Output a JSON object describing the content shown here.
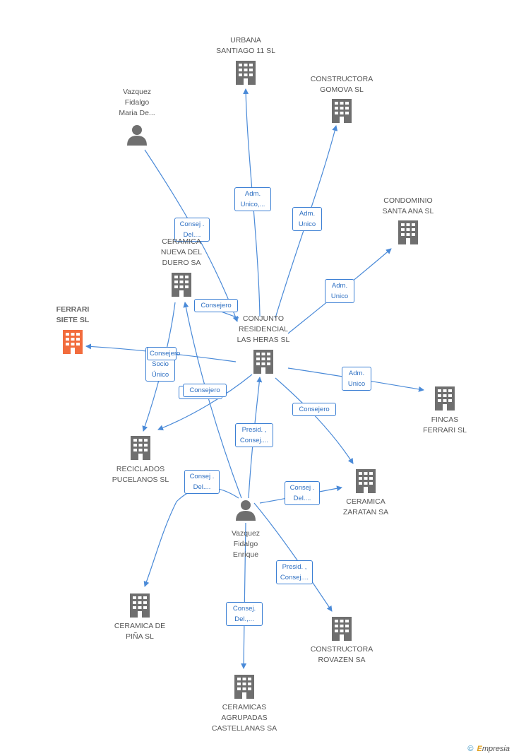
{
  "nodes": {
    "urbana": {
      "label": "URBANA\nSANTIAGO 11 SL",
      "kind": "company",
      "icon": "building-icon"
    },
    "gomova": {
      "label": "CONSTRUCTORA\nGOMOVA SL",
      "kind": "company",
      "icon": "building-icon"
    },
    "condominio": {
      "label": "CONDOMINIO\nSANTA ANA  SL",
      "kind": "company",
      "icon": "building-icon"
    },
    "vazquez_maria": {
      "label": "Vazquez\nFidalgo\nMaria De...",
      "kind": "person",
      "icon": "person-icon"
    },
    "ceramica_nueva": {
      "label": "CERAMICA\nNUEVA DEL\nDUERO SA",
      "kind": "company",
      "icon": "building-icon"
    },
    "ferrari_siete": {
      "label": "FERRARI\nSIETE SL",
      "kind": "focus",
      "icon": "building-icon"
    },
    "conjunto": {
      "label": "CONJUNTO\nRESIDENCIAL\nLAS HERAS SL",
      "kind": "company",
      "icon": "building-icon"
    },
    "fincas": {
      "label": "FINCAS\nFERRARI SL",
      "kind": "company",
      "icon": "building-icon"
    },
    "reciclados": {
      "label": "RECICLADOS\nPUCELANOS SL",
      "kind": "company",
      "icon": "building-icon"
    },
    "zaratan": {
      "label": "CERAMICA\nZARATAN SA",
      "kind": "company",
      "icon": "building-icon"
    },
    "vazquez_enrique": {
      "label": "Vazquez\nFidalgo\nEnrique",
      "kind": "person",
      "icon": "person-icon"
    },
    "pina": {
      "label": "CERAMICA DE\nPIÑA SL",
      "kind": "company",
      "icon": "building-icon"
    },
    "rovazen": {
      "label": "CONSTRUCTORA\nROVAZEN SA",
      "kind": "company",
      "icon": "building-icon"
    },
    "agrupadas": {
      "label": "CERAMICAS\nAGRUPADAS\nCASTELLANAS SA",
      "kind": "company",
      "icon": "building-icon"
    }
  },
  "edges": [
    {
      "from": "conjunto",
      "to": "urbana",
      "label": "Adm.\nUnico,..."
    },
    {
      "from": "conjunto",
      "to": "gomova",
      "label": "Adm.\nUnico"
    },
    {
      "from": "conjunto",
      "to": "condominio",
      "label": "Adm.\nUnico"
    },
    {
      "from": "conjunto",
      "to": "fincas",
      "label": "Adm.\nUnico"
    },
    {
      "from": "conjunto",
      "to": "ferrari_siete",
      "label": "Adm.\nSocio\nÚnico"
    },
    {
      "from": "conjunto",
      "to": "ceramica_nueva",
      "label": "Consejero"
    },
    {
      "from": "conjunto",
      "to": "reciclados",
      "label": "Consejero"
    },
    {
      "from": "conjunto",
      "to": "zaratan",
      "label": "Consejero"
    },
    {
      "from": "vazquez_maria",
      "to": "conjunto",
      "label": "Consej .\nDel...."
    },
    {
      "from": "vazquez_enrique",
      "to": "conjunto",
      "label": "Presid. ,\nConsej...."
    },
    {
      "from": "vazquez_enrique",
      "to": "ceramica_nueva",
      "label": "Consejero"
    },
    {
      "from": "vazquez_enrique",
      "to": "pina",
      "label": "Consej .\nDel...."
    },
    {
      "from": "vazquez_enrique",
      "to": "zaratan",
      "label": "Consej .\nDel...."
    },
    {
      "from": "vazquez_enrique",
      "to": "rovazen",
      "label": "Presid. ,\nConsej...."
    },
    {
      "from": "vazquez_enrique",
      "to": "agrupadas",
      "label": "Consej.\nDel.,..."
    },
    {
      "from": "ceramica_nueva",
      "to": "reciclados",
      "label": "Consejero"
    }
  ],
  "colors": {
    "edge": "#4a8ad8",
    "node": "#6f6f6f",
    "focus": "#f26c3d",
    "label_text": "#2d6fc2"
  },
  "footer": {
    "copyright": "©",
    "brand_initial": "E",
    "brand_rest": "mpresia"
  }
}
